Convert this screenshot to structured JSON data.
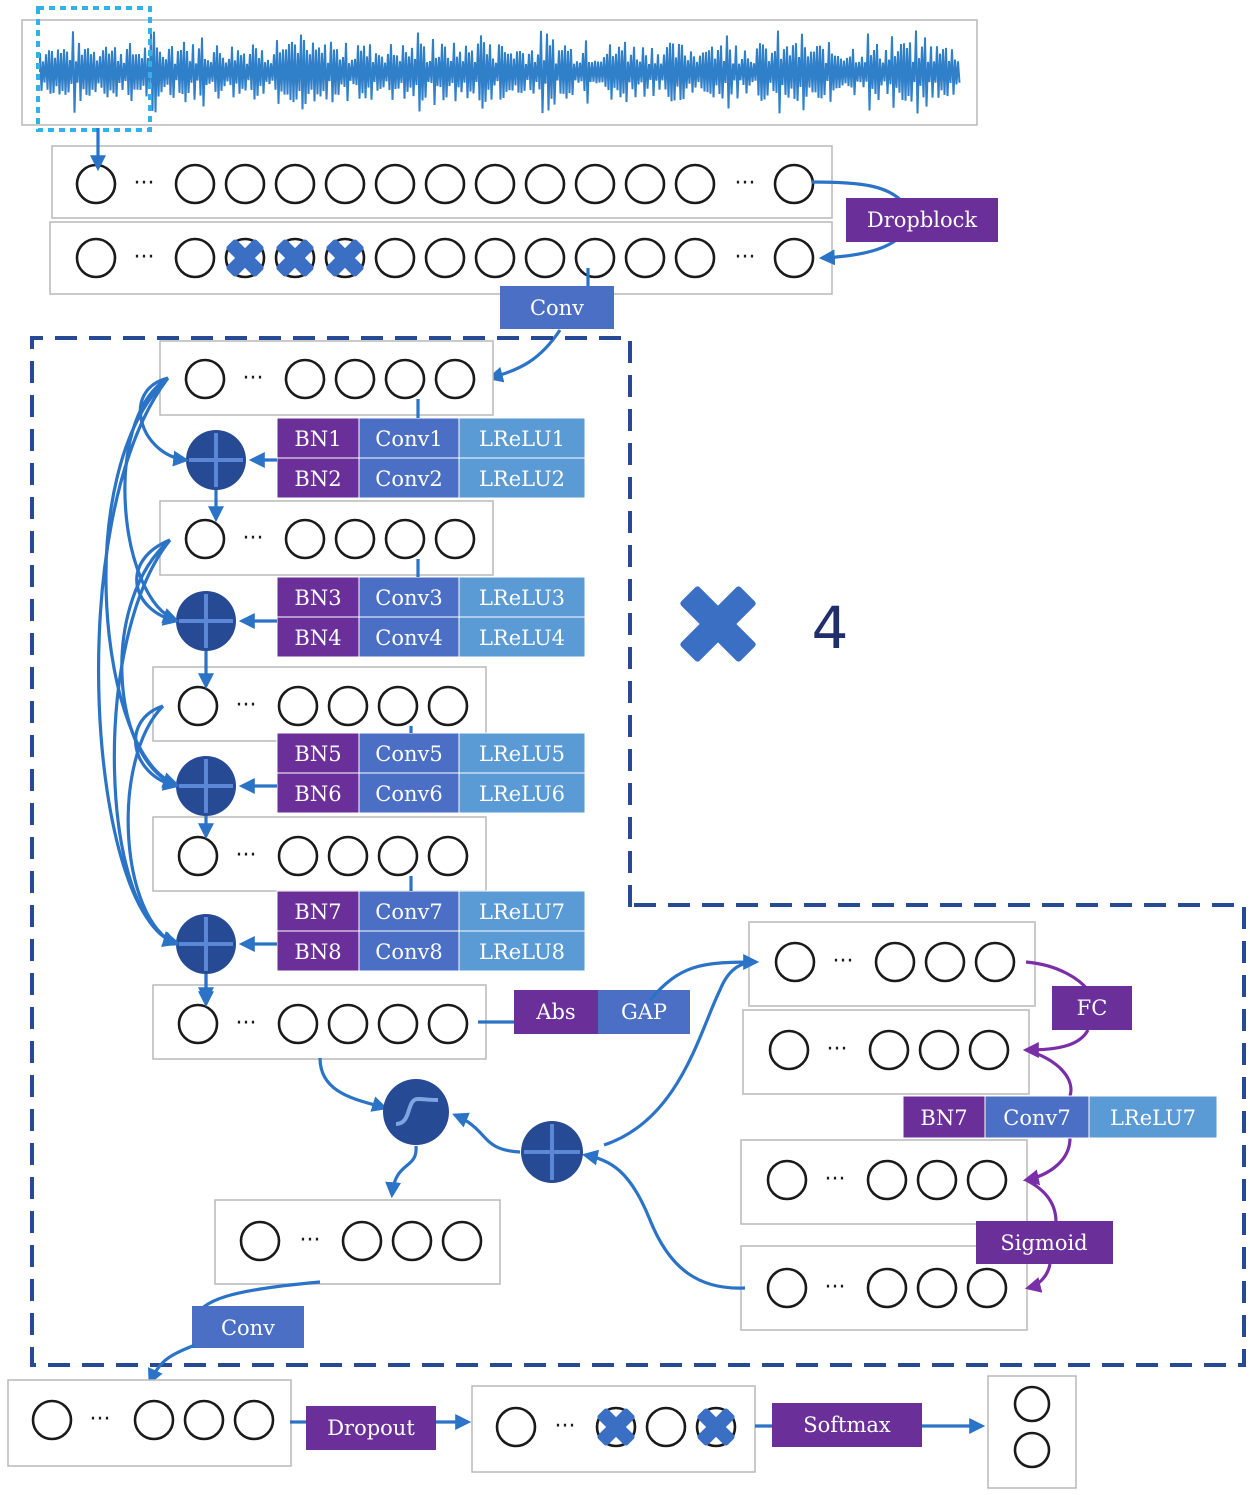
{
  "labels": {
    "dropblock": "Dropblock",
    "conv_top": "Conv",
    "conv_bottom": "Conv",
    "times_count": "4",
    "abs": "Abs",
    "gap": "GAP",
    "fc": "FC",
    "sigmoid": "Sigmoid",
    "dropout": "Dropout",
    "softmax": "Softmax",
    "rows": [
      [
        "BN1",
        "Conv1",
        "LReLU1"
      ],
      [
        "BN2",
        "Conv2",
        "LReLU2"
      ],
      [
        "BN3",
        "Conv3",
        "LReLU3"
      ],
      [
        "BN4",
        "Conv4",
        "LReLU4"
      ],
      [
        "BN5",
        "Conv5",
        "LReLU5"
      ],
      [
        "BN6",
        "Conv6",
        "LReLU6"
      ],
      [
        "BN7",
        "Conv7",
        "LReLU7"
      ],
      [
        "BN8",
        "Conv8",
        "LReLU8"
      ]
    ],
    "right_row": [
      "BN7",
      "Conv7",
      "LReLU7"
    ]
  },
  "colors": {
    "purple": "#6b2f9a",
    "mid_blue": "#4a6fc4",
    "light_blue": "#5a9bd5",
    "signal": "#2f7fc9",
    "dashed": "#274a95",
    "node": "#274a95"
  }
}
